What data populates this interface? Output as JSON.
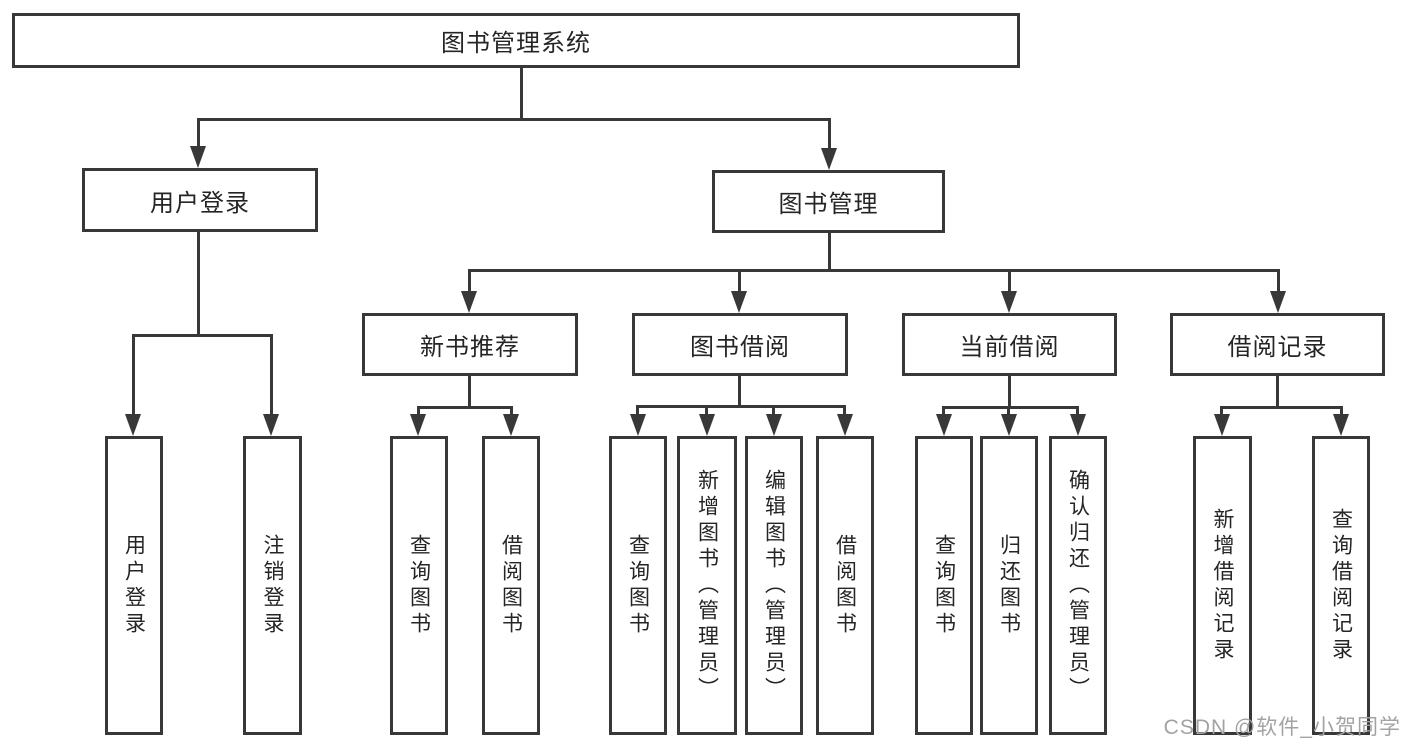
{
  "tree": {
    "root": {
      "label": "图书管理系统"
    },
    "children": [
      {
        "label": "用户登录",
        "leaves": [
          "用户登录",
          "注销登录"
        ]
      },
      {
        "label": "图书管理",
        "children": [
          {
            "label": "新书推荐",
            "leaves": [
              "查询图书",
              "借阅图书"
            ]
          },
          {
            "label": "图书借阅",
            "leaves": [
              "查询图书",
              "新增图书（管理员）",
              "编辑图书（管理员）",
              "借阅图书"
            ]
          },
          {
            "label": "当前借阅",
            "leaves": [
              "查询图书",
              "归还图书",
              "确认归还（管理员）"
            ]
          },
          {
            "label": "借阅记录",
            "leaves": [
              "新增借阅记录",
              "查询借阅记录"
            ]
          }
        ]
      }
    ]
  },
  "watermark": {
    "text": "CSDN @软件_小贺同学"
  },
  "colors": {
    "line": "#383838",
    "box_border": "#383838",
    "box_fill": "#ffffff",
    "text": "#252525",
    "watermark": "#a3a3a3",
    "background": "#ffffff"
  }
}
